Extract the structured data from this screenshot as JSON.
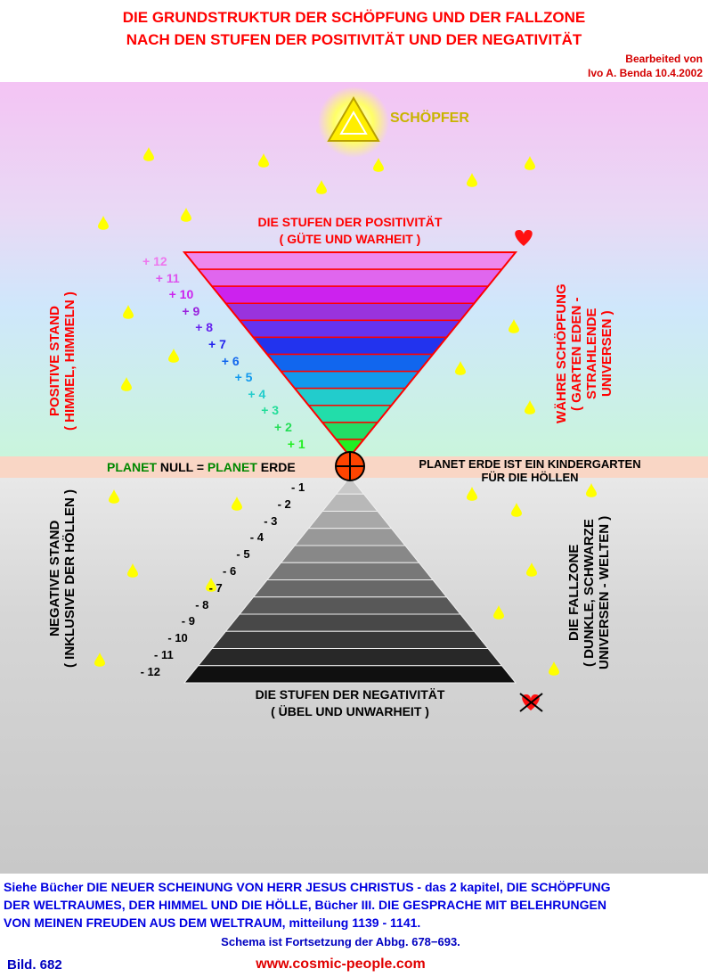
{
  "title": {
    "line1": "DIE GRUNDSTRUKTUR DER SCHÖPFUNG UND DER FALLZONE",
    "line2": "NACH DEN STUFEN DER POSITIVITÄT UND DER NEGATIVITÄT"
  },
  "credit": {
    "line1": "Bearbeited von",
    "line2": "Ivo A. Benda 10.4.2002"
  },
  "creator": {
    "label": "SCHÖPFER",
    "icon": "glowing-triangle-icon"
  },
  "positive": {
    "heading": "DIE STUFEN DER POSITIVITÄT",
    "subheading": "( GÜTE UND WARHEIT )",
    "levels": [
      "+ 12",
      "+ 11",
      "+ 10",
      "+ 9",
      "+ 8",
      "+ 7",
      "+ 6",
      "+ 5",
      "+ 4",
      "+ 3",
      "+ 2",
      "+ 1"
    ],
    "level_colors": [
      "#ee77ee",
      "#dd55ee",
      "#cc22ee",
      "#9922dd",
      "#6622ee",
      "#2222ee",
      "#1166ee",
      "#1199ee",
      "#22cccc",
      "#22dd99",
      "#22dd55",
      "#22ee22"
    ],
    "band_colors": [
      "#ee88ee",
      "#e066ee",
      "#cc22ee",
      "#9933dd",
      "#6633ee",
      "#2233ee",
      "#1166ee",
      "#1199ee",
      "#22cccc",
      "#22ddaa",
      "#22dd66",
      "#22ee22"
    ],
    "left_label": "POSITIVE STAND",
    "left_sublabel": "( HIMMEL, HIMMELN )",
    "right_label": "WÄHRE SCHÖPFUNG",
    "right_sublabel1": "( GARTEN EDEN -",
    "right_sublabel2": "STRAHLENDE",
    "right_sublabel3": "UNIVERSEN )"
  },
  "null": {
    "planet_word1": "PLANET",
    "null_word": " NULL = ",
    "planet_word2": "PLANET",
    "erde_word": " ERDE",
    "right_line1": "PLANET ERDE IST EIN KINDERGARTEN",
    "right_line2": "FÜR DIE HÖLLEN"
  },
  "negative": {
    "heading": "DIE  STUFEN DER NEGATIVITÄT",
    "subheading": "( ÜBEL UND UNWARHEIT )",
    "levels": [
      "- 1",
      "- 2",
      "- 3",
      "- 4",
      "- 5",
      "- 6",
      "- 7",
      "- 8",
      "- 9",
      "- 10",
      "- 11",
      "- 12"
    ],
    "band_colors": [
      "#c8c8c8",
      "#b8b8b8",
      "#a8a8a8",
      "#989898",
      "#888888",
      "#787878",
      "#686868",
      "#585858",
      "#484848",
      "#383838",
      "#282828",
      "#101010"
    ],
    "left_label": "NEGATIVE STAND",
    "left_sublabel": "( INKLUSIVE DER HÖLLEN )",
    "right_label": "DIE FALLZONE",
    "right_sublabel1": "( DUNKLE, SCHWARZE",
    "right_sublabel2": "UNIVERSEN - WELTEN )"
  },
  "colors": {
    "title": "#ff0000",
    "creator": "#c8b400",
    "drop": "#ffff00",
    "heart": "#ff2222",
    "footnote": "#0000e0",
    "planet": "#008800"
  },
  "footer": {
    "line1": "Siehe Bücher DIE NEUER SCHEINUNG VON HERR JESUS CHRISTUS - das 2 kapitel, DIE SCHÖPFUNG",
    "line2": "DER WELTRAUMES, DER HIMMEL UND DIE HÖLLE, Bücher III. DIE GESPRACHE MIT BELEHRUNGEN",
    "line3": "VON MEINEN FREUDEN AUS DEM  WELTRAUM, mitteilung 1139 - 1141.",
    "schema": "Schema ist  Fortsetzung der  Abbg. 678−693.",
    "bild": "Bild. 682",
    "url": "www.cosmic-people.com"
  }
}
